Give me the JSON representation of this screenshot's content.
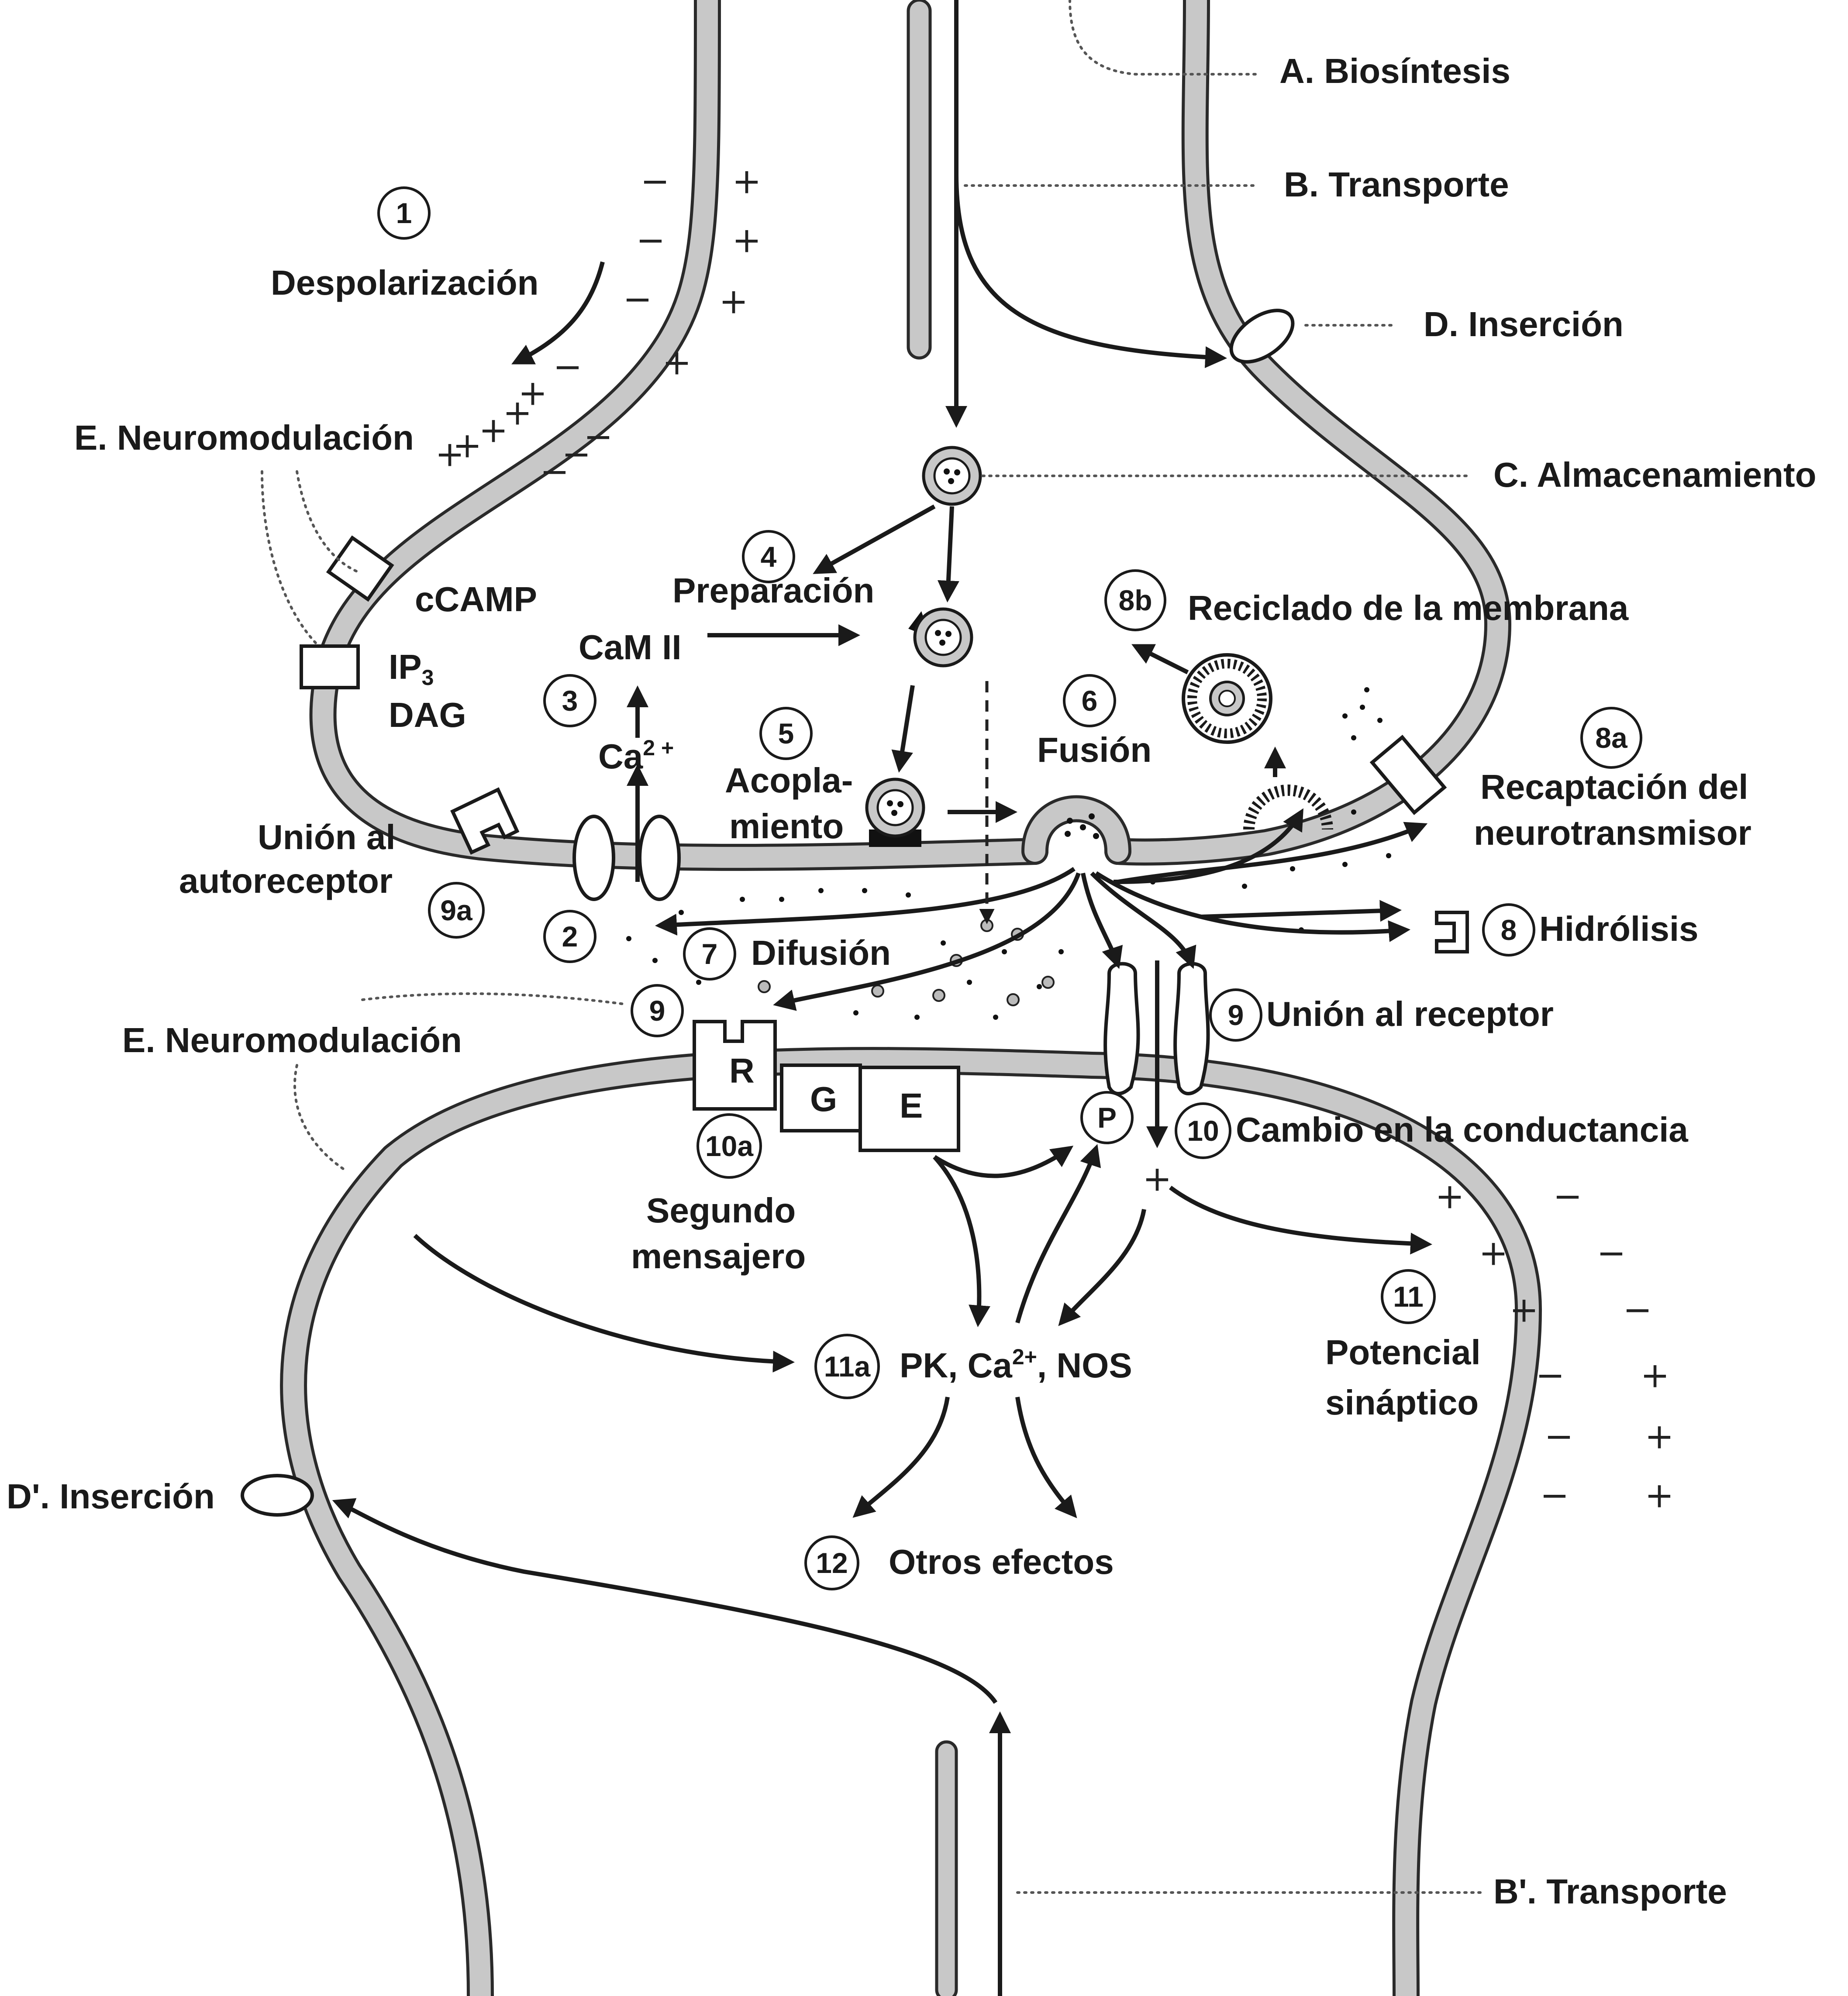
{
  "labels": {
    "biosintesis": "A. Biosíntesis",
    "transporte": "B. Transporte",
    "insercion": "D. Inserción",
    "almacenamiento": "C. Almacenamiento",
    "despolarizacion": "Despolarización",
    "neuromodulacion_top": "E. Neuromodulación",
    "neuromodulacion_bottom": "E. Neuromodulación",
    "camp": "cCAMP",
    "ip3": "IP",
    "ip3_sub": "3",
    "dag": "DAG",
    "camii": "CaM II",
    "preparacion": "Preparación",
    "ca": "Ca",
    "ca_sup": "2 +",
    "acopla_1": "Acopla-",
    "acopla_2": "miento",
    "fusion": "Fusión",
    "reciclado": "Reciclado de la membrana",
    "recaptacion_1": "Recaptación del",
    "recaptacion_2": "neurotransmisor",
    "union_auto_1": "Unión al",
    "union_auto_2": "autoreceptor",
    "difusion": "Difusión",
    "hidrolisis": "Hidrólisis",
    "union_receptor": "Unión al receptor",
    "r": "R",
    "g": "G",
    "e": "E",
    "p": "P",
    "cambio": "Cambio en la conductancia",
    "segundo_1": "Segundo",
    "segundo_2": "mensajero",
    "pk": "PK, Ca",
    "pk_sup": "2+",
    "nos": ", NOS",
    "potencial_1": "Potencial",
    "potencial_2": "sináptico",
    "insercion_prime": "D'. Inserción",
    "otros": "Otros efectos",
    "transporte_prime": "B'. Transporte"
  },
  "steps": {
    "s1": "1",
    "s2": "2",
    "s3": "3",
    "s4": "4",
    "s5": "5",
    "s6": "6",
    "s7": "7",
    "s8": "8",
    "s8a": "8a",
    "s8b": "8b",
    "s9": "9",
    "s9b": "9",
    "s9a": "9a",
    "s10": "10",
    "s10a": "10a",
    "s11": "11",
    "s11a": "11a",
    "s12": "12"
  },
  "colors": {
    "membrane": "#c8c8c8",
    "outline": "#2a2a2a",
    "text": "#1a1a1a"
  }
}
